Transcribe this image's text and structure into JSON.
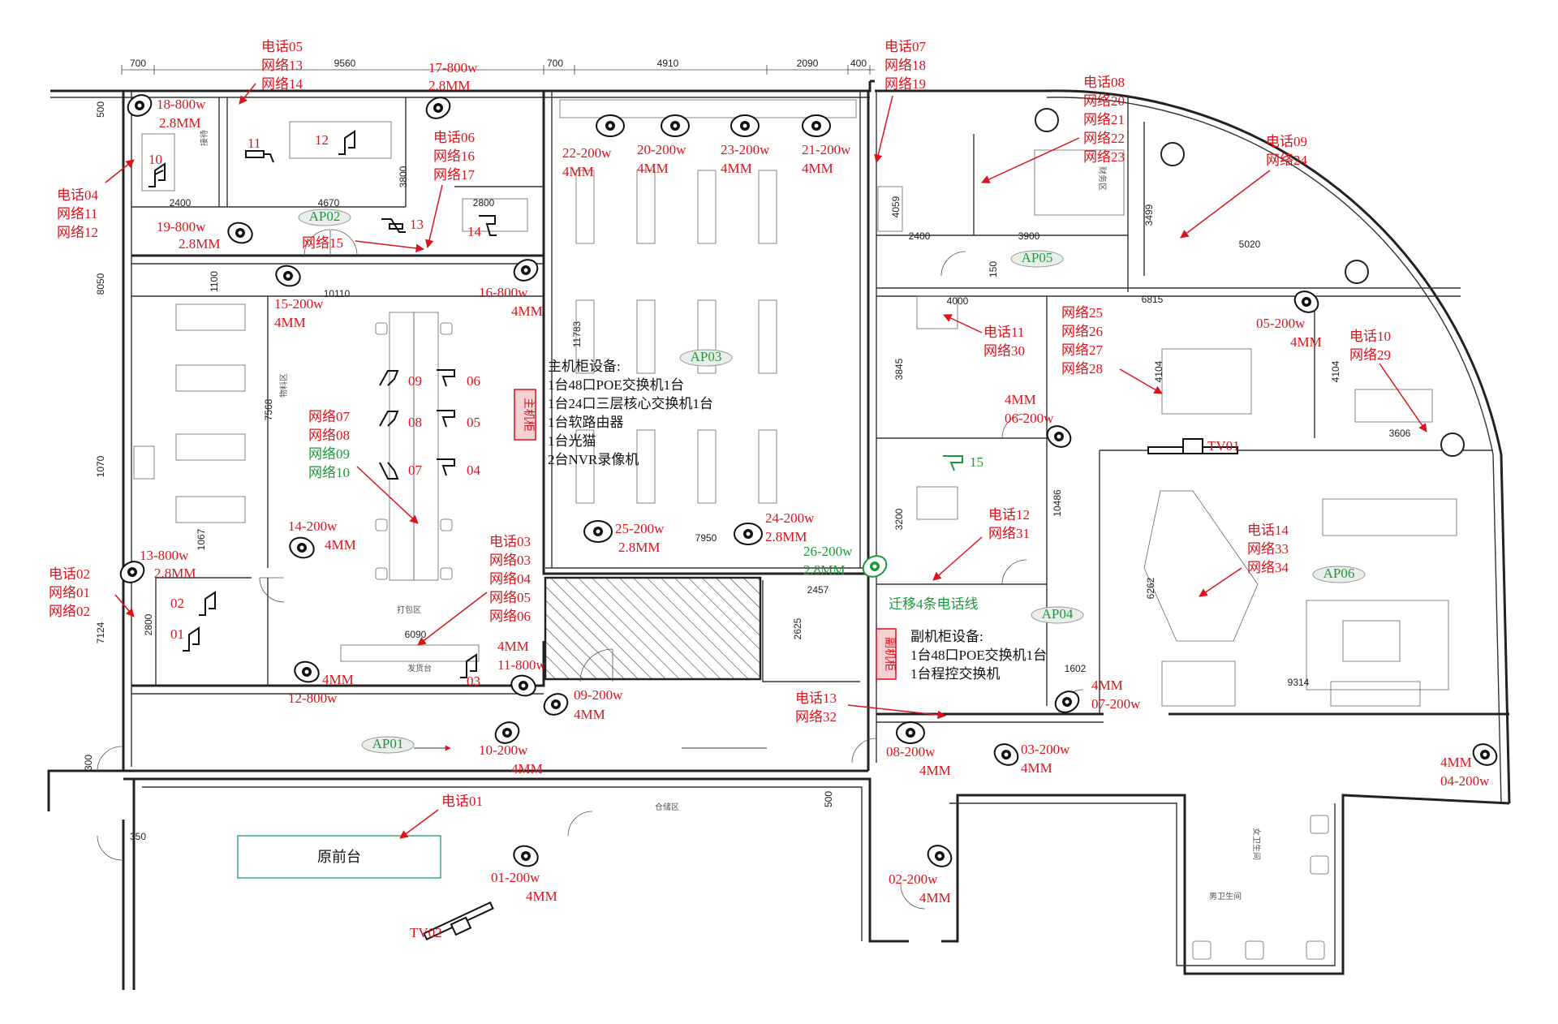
{
  "dims_top": [
    "700",
    "9560",
    "700",
    "4910",
    "2090",
    "400"
  ],
  "dims_other": [
    "500",
    "8050",
    "1070",
    "7124",
    "2800",
    "300",
    "350",
    "1100",
    "7568",
    "1067",
    "11783",
    "3800",
    "2400",
    "4670",
    "2800",
    "10110",
    "6090",
    "4059",
    "2400",
    "3900",
    "150",
    "3499",
    "5020",
    "4000",
    "6815",
    "3845",
    "4104",
    "4104",
    "3606",
    "3200",
    "10486",
    "6262",
    "7950",
    "2457",
    "2625",
    "1602",
    "9314",
    "500"
  ],
  "room_labels": [
    "接待",
    "财务区",
    "物料区",
    "打包区",
    "发货台",
    "仓储区",
    "男卫生间",
    "女卫生间"
  ],
  "cameras": [
    {
      "id": "18-800w",
      "lens": "2.8MM"
    },
    {
      "id": "17-800w",
      "lens": "2.8MM"
    },
    {
      "id": "19-800w",
      "lens": "2.8MM"
    },
    {
      "id": "15-200w",
      "lens": "4MM"
    },
    {
      "id": "16-800w",
      "lens": "4MM"
    },
    {
      "id": "22-200w",
      "lens": "4MM"
    },
    {
      "id": "20-200w",
      "lens": "4MM"
    },
    {
      "id": "23-200w",
      "lens": "4MM"
    },
    {
      "id": "21-200w",
      "lens": "4MM"
    },
    {
      "id": "05-200w",
      "lens": "4MM"
    },
    {
      "id": "06-200w",
      "lens": "4MM"
    },
    {
      "id": "14-200w",
      "lens": "4MM"
    },
    {
      "id": "13-800w",
      "lens": "2.8MM"
    },
    {
      "id": "25-200w",
      "lens": "2.8MM"
    },
    {
      "id": "24-200w",
      "lens": "2.8MM"
    },
    {
      "id": "26-200w",
      "lens": "2.8MM"
    },
    {
      "id": "12-800w",
      "lens": "4MM"
    },
    {
      "id": "11-800w",
      "lens": "4MM"
    },
    {
      "id": "09-200w",
      "lens": "4MM"
    },
    {
      "id": "10-200w",
      "lens": "4MM"
    },
    {
      "id": "08-200w",
      "lens": "4MM"
    },
    {
      "id": "03-200w",
      "lens": "4MM"
    },
    {
      "id": "07-200w",
      "lens": "4MM"
    },
    {
      "id": "04-200w",
      "lens": "4MM"
    },
    {
      "id": "01-200w",
      "lens": "4MM"
    },
    {
      "id": "02-200w",
      "lens": "4MM"
    }
  ],
  "phone_labels": [
    [
      "电话05",
      "网络13",
      "网络14"
    ],
    [
      "电话07",
      "网络18",
      "网络19"
    ],
    [
      "电话08",
      "网络20",
      "网络21",
      "网络22",
      "网络23"
    ],
    [
      "电话09",
      "网络24"
    ],
    [
      "电话04",
      "网络11",
      "网络12"
    ],
    [
      "电话06",
      "网络16",
      "网络17"
    ],
    [
      "网络15"
    ],
    [
      "电话11",
      "网络30"
    ],
    [
      "网络25",
      "网络26",
      "网络27",
      "网络28"
    ],
    [
      "电话10",
      "网络29"
    ],
    [
      "电话12",
      "网络31"
    ],
    [
      "电话03",
      "网络03",
      "网络04",
      "网络05",
      "网络06"
    ],
    [
      "电话14",
      "网络33",
      "网络34"
    ],
    [
      "电话02",
      "网络01",
      "网络02"
    ],
    [
      "电话13",
      "网络32"
    ],
    [
      "电话01"
    ]
  ],
  "net_group_07_10": {
    "red": [
      "网络07",
      "网络08"
    ],
    "green": [
      "网络09",
      "网络10"
    ]
  },
  "workstation_numbers": [
    "10",
    "11",
    "12",
    "13",
    "14",
    "09",
    "06",
    "08",
    "05",
    "07",
    "04",
    "02",
    "01",
    "03",
    "15"
  ],
  "ap_labels": [
    "AP02",
    "AP03",
    "AP05",
    "AP04",
    "AP06",
    "AP01"
  ],
  "tv_labels": [
    "TV01",
    "TV02"
  ],
  "main_cabinet": {
    "title": "主机柜设备:",
    "items": [
      "1台48口POE交换机1台",
      "1台24口三层核心交换机1台",
      "1台软路由器",
      "1台光猫",
      "2台NVR录像机"
    ],
    "tag": "主机柜"
  },
  "sub_cabinet": {
    "title": "副机柜设备:",
    "items": [
      "1台48口POE交换机1台",
      "1台程控交换机"
    ],
    "tag": "副机柜"
  },
  "migrate_note": "迁移4条电话线",
  "front_desk": "原前台",
  "colors": {
    "red": "#d8141c",
    "green": "#1a9a3a",
    "wall": "#222222",
    "front_desk": "#3aaa7a",
    "cabinet": "#d8141c"
  }
}
